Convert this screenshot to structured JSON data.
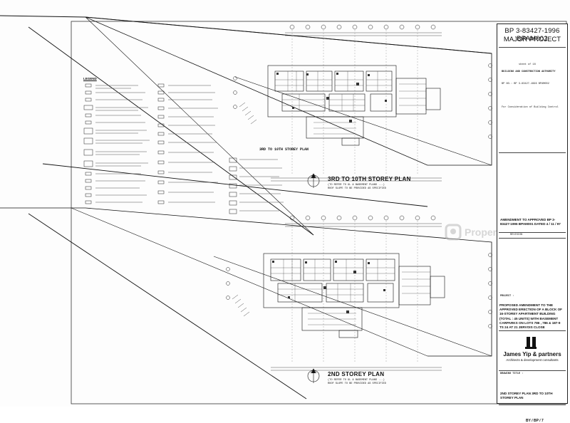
{
  "title_block": {
    "bp_line": "BP 3-83427-1996 BPAM002",
    "major_project": "MAJOR PROJECT",
    "sheet": "sheet of 18",
    "authority": "BUILDING AND CONSTRUCTION AUTHORITY",
    "project_ref": "BP NO.: BP 3-83427-1996 BPAM002",
    "consideration": "For Consideration of Building Control",
    "amendment": "AMENDMENT TO APPROVED BP 3-83427-1996 BPAM001 DATED 4 / 11 / 97",
    "revision": "REVISION",
    "project_label": "PROJECT :",
    "project_desc": "PROPOSED AMENDMENT TO THE APPROVED ERECTION OF A BLOCK OF 16-STOREY APARTMENT BUILDING (TOTAL : 45 UNITS) WITH BASEMENT CARPARKS ON LOTS 786 , 786 & 187-9 TS 24 AT 21 JERVOIS CLOSE",
    "firm_name": "James Yip & partners",
    "firm_sub": "Architects & development consultants",
    "drawing_title_label": "DRAWING TITLE :",
    "drawing_title": "2ND STOREY PLAN 3RD TO 10TH STOREY PLAN",
    "drawing_no": "BY / BP / 7"
  },
  "plans": {
    "upper_title": "3RD TO 10TH STOREY PLAN",
    "lower_title": "2ND STOREY PLAN",
    "upper_small_title": "3RD TO 10TH STOREY PLAN"
  },
  "legend": {
    "title": "LEGEND"
  },
  "watermark": {
    "text": "PropertyGuru"
  }
}
